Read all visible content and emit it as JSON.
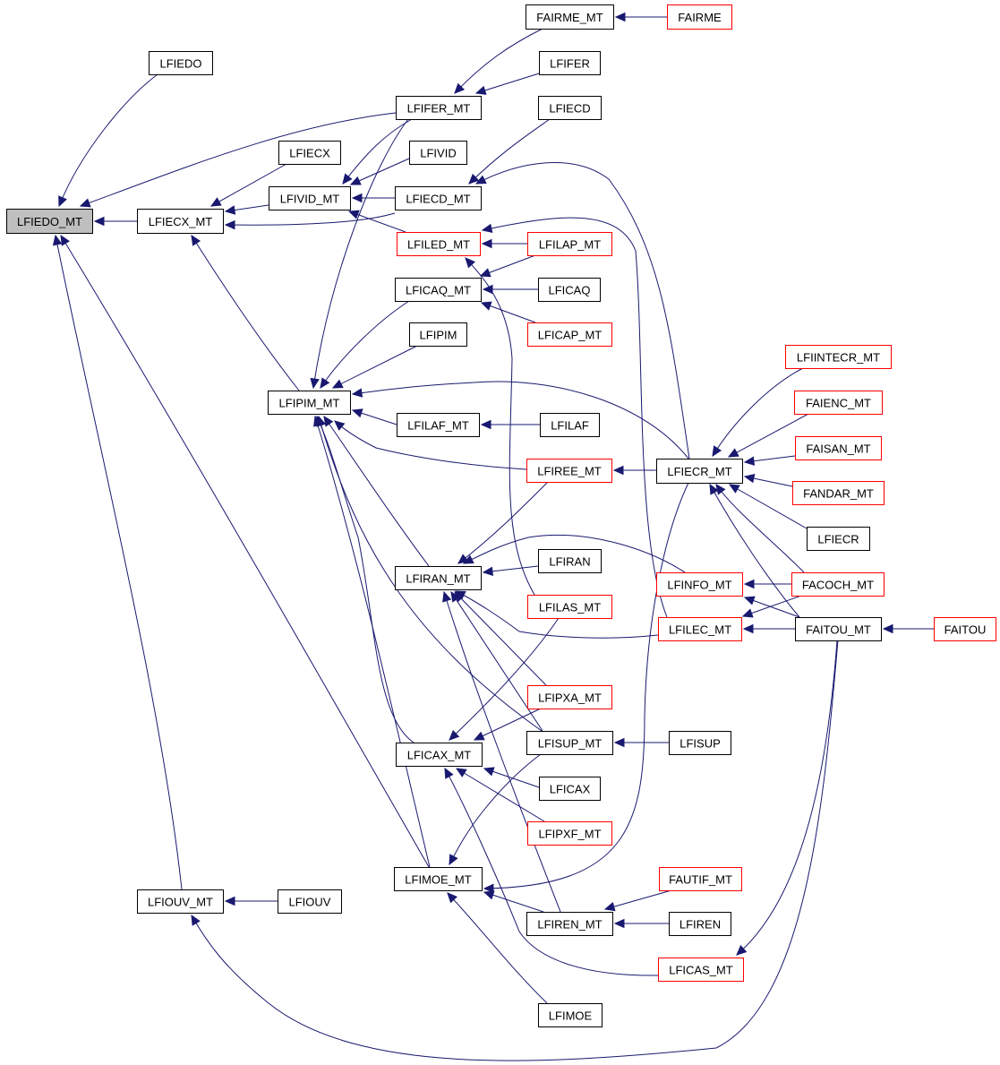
{
  "title": "Call graph for LFIEDO_MT",
  "colors": {
    "edge": "#191970",
    "normal_border": "#000000",
    "external_border": "#ff0000",
    "current_fill": "#bfbfbf"
  },
  "nodes": [
    {
      "id": "LFIEDO_MT",
      "label": "LFIEDO_MT",
      "style": "current"
    },
    {
      "id": "LFIEDO",
      "label": "LFIEDO",
      "style": "normal"
    },
    {
      "id": "LFIECX_MT",
      "label": "LFIECX_MT",
      "style": "normal"
    },
    {
      "id": "LFIECX",
      "label": "LFIECX",
      "style": "normal"
    },
    {
      "id": "LFIVID_MT",
      "label": "LFIVID_MT",
      "style": "normal"
    },
    {
      "id": "LFIFER_MT",
      "label": "LFIFER_MT",
      "style": "normal"
    },
    {
      "id": "FAIRME_MT",
      "label": "FAIRME_MT",
      "style": "normal"
    },
    {
      "id": "FAIRME",
      "label": "FAIRME",
      "style": "external"
    },
    {
      "id": "LFIFER",
      "label": "LFIFER",
      "style": "normal"
    },
    {
      "id": "LFIECD",
      "label": "LFIECD",
      "style": "normal"
    },
    {
      "id": "LFIVID",
      "label": "LFIVID",
      "style": "normal"
    },
    {
      "id": "LFIECD_MT",
      "label": "LFIECD_MT",
      "style": "normal"
    },
    {
      "id": "LFILED_MT",
      "label": "LFILED_MT",
      "style": "external"
    },
    {
      "id": "LFILAP_MT",
      "label": "LFILAP_MT",
      "style": "external"
    },
    {
      "id": "LFICAQ_MT",
      "label": "LFICAQ_MT",
      "style": "normal"
    },
    {
      "id": "LFICAQ",
      "label": "LFICAQ",
      "style": "normal"
    },
    {
      "id": "LFICAP_MT",
      "label": "LFICAP_MT",
      "style": "external"
    },
    {
      "id": "LFIPIM",
      "label": "LFIPIM",
      "style": "normal"
    },
    {
      "id": "LFIPIM_MT",
      "label": "LFIPIM_MT",
      "style": "normal"
    },
    {
      "id": "LFILAF_MT",
      "label": "LFILAF_MT",
      "style": "normal"
    },
    {
      "id": "LFILAF",
      "label": "LFILAF",
      "style": "normal"
    },
    {
      "id": "LFIREE_MT",
      "label": "LFIREE_MT",
      "style": "external"
    },
    {
      "id": "LFIECR_MT",
      "label": "LFIECR_MT",
      "style": "normal"
    },
    {
      "id": "LFIINTECR_MT",
      "label": "LFIINTECR_MT",
      "style": "external"
    },
    {
      "id": "FAIENC_MT",
      "label": "FAIENC_MT",
      "style": "external"
    },
    {
      "id": "FAISAN_MT",
      "label": "FAISAN_MT",
      "style": "external"
    },
    {
      "id": "FANDAR_MT",
      "label": "FANDAR_MT",
      "style": "external"
    },
    {
      "id": "LFIECR",
      "label": "LFIECR",
      "style": "normal"
    },
    {
      "id": "LFIRAN_MT",
      "label": "LFIRAN_MT",
      "style": "normal"
    },
    {
      "id": "LFIRAN",
      "label": "LFIRAN",
      "style": "normal"
    },
    {
      "id": "LFINFO_MT",
      "label": "LFINFO_MT",
      "style": "external"
    },
    {
      "id": "FACOCH_MT",
      "label": "FACOCH_MT",
      "style": "external"
    },
    {
      "id": "LFILAS_MT",
      "label": "LFILAS_MT",
      "style": "external"
    },
    {
      "id": "LFILEC_MT",
      "label": "LFILEC_MT",
      "style": "external"
    },
    {
      "id": "FAITOU_MT",
      "label": "FAITOU_MT",
      "style": "normal"
    },
    {
      "id": "FAITOU",
      "label": "FAITOU",
      "style": "external"
    },
    {
      "id": "LFIPXA_MT",
      "label": "LFIPXA_MT",
      "style": "external"
    },
    {
      "id": "LFICAX_MT",
      "label": "LFICAX_MT",
      "style": "normal"
    },
    {
      "id": "LFISUP_MT",
      "label": "LFISUP_MT",
      "style": "normal"
    },
    {
      "id": "LFISUP",
      "label": "LFISUP",
      "style": "normal"
    },
    {
      "id": "LFICAX",
      "label": "LFICAX",
      "style": "normal"
    },
    {
      "id": "LFIPXF_MT",
      "label": "LFIPXF_MT",
      "style": "external"
    },
    {
      "id": "LFIMOE_MT",
      "label": "LFIMOE_MT",
      "style": "normal"
    },
    {
      "id": "FAUTIF_MT",
      "label": "FAUTIF_MT",
      "style": "external"
    },
    {
      "id": "LFIOUV_MT",
      "label": "LFIOUV_MT",
      "style": "normal"
    },
    {
      "id": "LFIOUV",
      "label": "LFIOUV",
      "style": "normal"
    },
    {
      "id": "LFIREN_MT",
      "label": "LFIREN_MT",
      "style": "normal"
    },
    {
      "id": "LFIREN",
      "label": "LFIREN",
      "style": "normal"
    },
    {
      "id": "LFICAS_MT",
      "label": "LFICAS_MT",
      "style": "external"
    },
    {
      "id": "LFIMOE",
      "label": "LFIMOE",
      "style": "normal"
    }
  ],
  "edges": [
    {
      "from": "LFIEDO",
      "to": "LFIEDO_MT"
    },
    {
      "from": "LFIFER_MT",
      "to": "LFIEDO_MT"
    },
    {
      "from": "LFIECX_MT",
      "to": "LFIEDO_MT"
    },
    {
      "from": "LFIOUV_MT",
      "to": "LFIEDO_MT"
    },
    {
      "from": "LFIMOE_MT",
      "to": "LFIEDO_MT"
    },
    {
      "from": "LFIECX",
      "to": "LFIECX_MT"
    },
    {
      "from": "LFIVID_MT",
      "to": "LFIECX_MT"
    },
    {
      "from": "LFIECD_MT",
      "to": "LFIECX_MT"
    },
    {
      "from": "LFIPIM_MT",
      "to": "LFIECX_MT"
    },
    {
      "from": "FAIRME_MT",
      "to": "LFIFER_MT"
    },
    {
      "from": "LFIFER",
      "to": "LFIFER_MT"
    },
    {
      "from": "FAIRME",
      "to": "FAIRME_MT"
    },
    {
      "from": "LFIFER_MT",
      "to": "LFIVID_MT"
    },
    {
      "from": "LFIVID",
      "to": "LFIVID_MT"
    },
    {
      "from": "LFIECD_MT",
      "to": "LFIVID_MT"
    },
    {
      "from": "LFILED_MT",
      "to": "LFIVID_MT"
    },
    {
      "from": "LFIECD",
      "to": "LFIECD_MT"
    },
    {
      "from": "LFIECR_MT",
      "to": "LFIECD_MT"
    },
    {
      "from": "LFILAP_MT",
      "to": "LFILED_MT"
    },
    {
      "from": "LFILEC_MT",
      "to": "LFILED_MT"
    },
    {
      "from": "LFILAS_MT",
      "to": "LFILED_MT"
    },
    {
      "from": "LFILAP_MT",
      "to": "LFICAQ_MT"
    },
    {
      "from": "LFICAQ",
      "to": "LFICAQ_MT"
    },
    {
      "from": "LFICAP_MT",
      "to": "LFICAQ_MT"
    },
    {
      "from": "LFIFER_MT",
      "to": "LFIPIM_MT"
    },
    {
      "from": "LFICAQ_MT",
      "to": "LFIPIM_MT"
    },
    {
      "from": "LFIPIM",
      "to": "LFIPIM_MT"
    },
    {
      "from": "LFIECR_MT",
      "to": "LFIPIM_MT"
    },
    {
      "from": "LFILAF_MT",
      "to": "LFIPIM_MT"
    },
    {
      "from": "LFIREE_MT",
      "to": "LFIPIM_MT"
    },
    {
      "from": "LFIRAN_MT",
      "to": "LFIPIM_MT"
    },
    {
      "from": "LFICAX_MT",
      "to": "LFIPIM_MT"
    },
    {
      "from": "LFISUP_MT",
      "to": "LFIPIM_MT"
    },
    {
      "from": "LFIMOE_MT",
      "to": "LFIPIM_MT"
    },
    {
      "from": "LFILAF",
      "to": "LFILAF_MT"
    },
    {
      "from": "LFIECR_MT",
      "to": "LFIREE_MT"
    },
    {
      "from": "LFIINTECR_MT",
      "to": "LFIECR_MT"
    },
    {
      "from": "FAIENC_MT",
      "to": "LFIECR_MT"
    },
    {
      "from": "FAISAN_MT",
      "to": "LFIECR_MT"
    },
    {
      "from": "FANDAR_MT",
      "to": "LFIECR_MT"
    },
    {
      "from": "LFIECR",
      "to": "LFIECR_MT"
    },
    {
      "from": "FACOCH_MT",
      "to": "LFIECR_MT"
    },
    {
      "from": "FAITOU_MT",
      "to": "LFIECR_MT"
    },
    {
      "from": "LFIREE_MT",
      "to": "LFIRAN_MT"
    },
    {
      "from": "LFIRAN",
      "to": "LFIRAN_MT"
    },
    {
      "from": "LFINFO_MT",
      "to": "LFIRAN_MT"
    },
    {
      "from": "LFILEC_MT",
      "to": "LFIRAN_MT"
    },
    {
      "from": "LFIPXA_MT",
      "to": "LFIRAN_MT"
    },
    {
      "from": "LFISUP_MT",
      "to": "LFIRAN_MT"
    },
    {
      "from": "LFIREN_MT",
      "to": "LFIRAN_MT"
    },
    {
      "from": "FACOCH_MT",
      "to": "LFINFO_MT"
    },
    {
      "from": "FAITOU_MT",
      "to": "LFINFO_MT"
    },
    {
      "from": "FACOCH_MT",
      "to": "LFILEC_MT"
    },
    {
      "from": "FAITOU_MT",
      "to": "LFILEC_MT"
    },
    {
      "from": "FAITOU",
      "to": "FAITOU_MT"
    },
    {
      "from": "LFILAS_MT",
      "to": "LFICAX_MT"
    },
    {
      "from": "LFIPXA_MT",
      "to": "LFICAX_MT"
    },
    {
      "from": "LFICAX",
      "to": "LFICAX_MT"
    },
    {
      "from": "LFIPXF_MT",
      "to": "LFICAX_MT"
    },
    {
      "from": "LFICAS_MT",
      "to": "LFICAX_MT"
    },
    {
      "from": "LFISUP",
      "to": "LFISUP_MT"
    },
    {
      "from": "LFISUP_MT",
      "to": "LFIMOE_MT"
    },
    {
      "from": "LFIECR_MT",
      "to": "LFIMOE_MT"
    },
    {
      "from": "LFIREN_MT",
      "to": "LFIMOE_MT"
    },
    {
      "from": "LFIMOE",
      "to": "LFIMOE_MT"
    },
    {
      "from": "LFIOUV",
      "to": "LFIOUV_MT"
    },
    {
      "from": "FAITOU_MT",
      "to": "LFIOUV_MT"
    },
    {
      "from": "FAUTIF_MT",
      "to": "LFIREN_MT"
    },
    {
      "from": "LFIREN",
      "to": "LFIREN_MT"
    },
    {
      "from": "FAITOU_MT",
      "to": "LFICAS_MT"
    }
  ]
}
